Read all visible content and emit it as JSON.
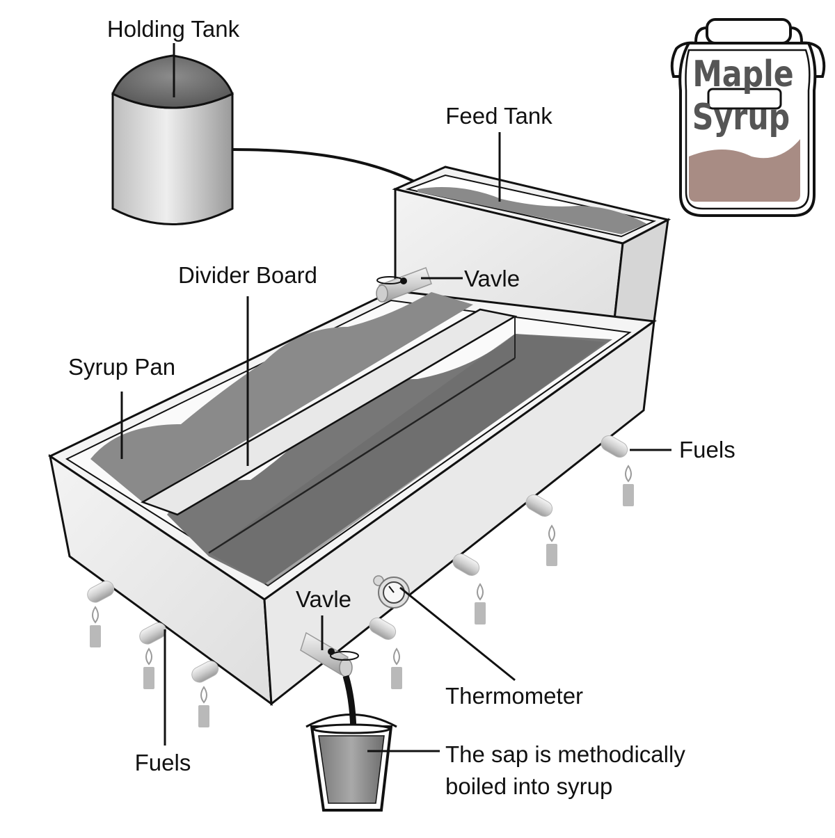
{
  "labels": {
    "holding_tank": "Holding Tank",
    "feed_tank": "Feed Tank",
    "divider_board": "Divider Board",
    "syrup_pan": "Syrup Pan",
    "valve_top": "Vavle",
    "valve_bottom": "Vavle",
    "fuels_right": "Fuels",
    "fuels_left": "Fuels",
    "thermometer": "Thermometer",
    "sap_line1": "The sap is methodically",
    "sap_line2": "boiled into syrup"
  },
  "jar": {
    "line1": "Maple",
    "line2": "Syrup"
  },
  "colors": {
    "outline": "#111111",
    "liquid": "#8a8a8a",
    "liquid_dark": "#707070",
    "pan_wall": "#ededed",
    "syrup": "#a88c84",
    "jar_text": "#555555"
  }
}
